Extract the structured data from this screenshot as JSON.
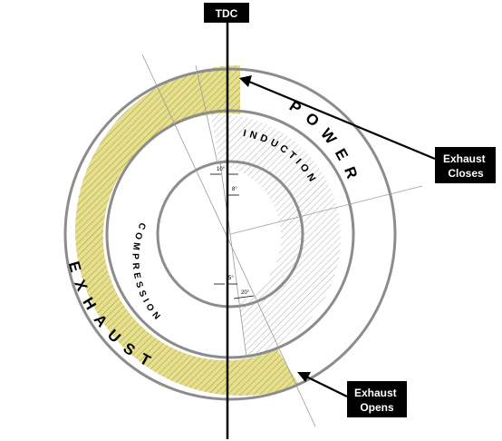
{
  "tdc": "TDC",
  "phases": {
    "power": "POWER",
    "exhaust": "EXHAUST",
    "induction": "INDUCTION",
    "compression": "COMPRESSION"
  },
  "angles": {
    "a10": "10°",
    "a8": "8°",
    "a5": "5°",
    "a20": "20°"
  },
  "callouts": {
    "exhaust_closes": [
      "Exhaust",
      "Closes"
    ],
    "exhaust_opens": [
      "Exhaust",
      "Opens"
    ]
  },
  "colors": {
    "exhaust_fill": "#e6e08c",
    "hatch": "#8a8a8a",
    "ring_edge": "#8c8c8c",
    "callout_bg": "#000000"
  }
}
